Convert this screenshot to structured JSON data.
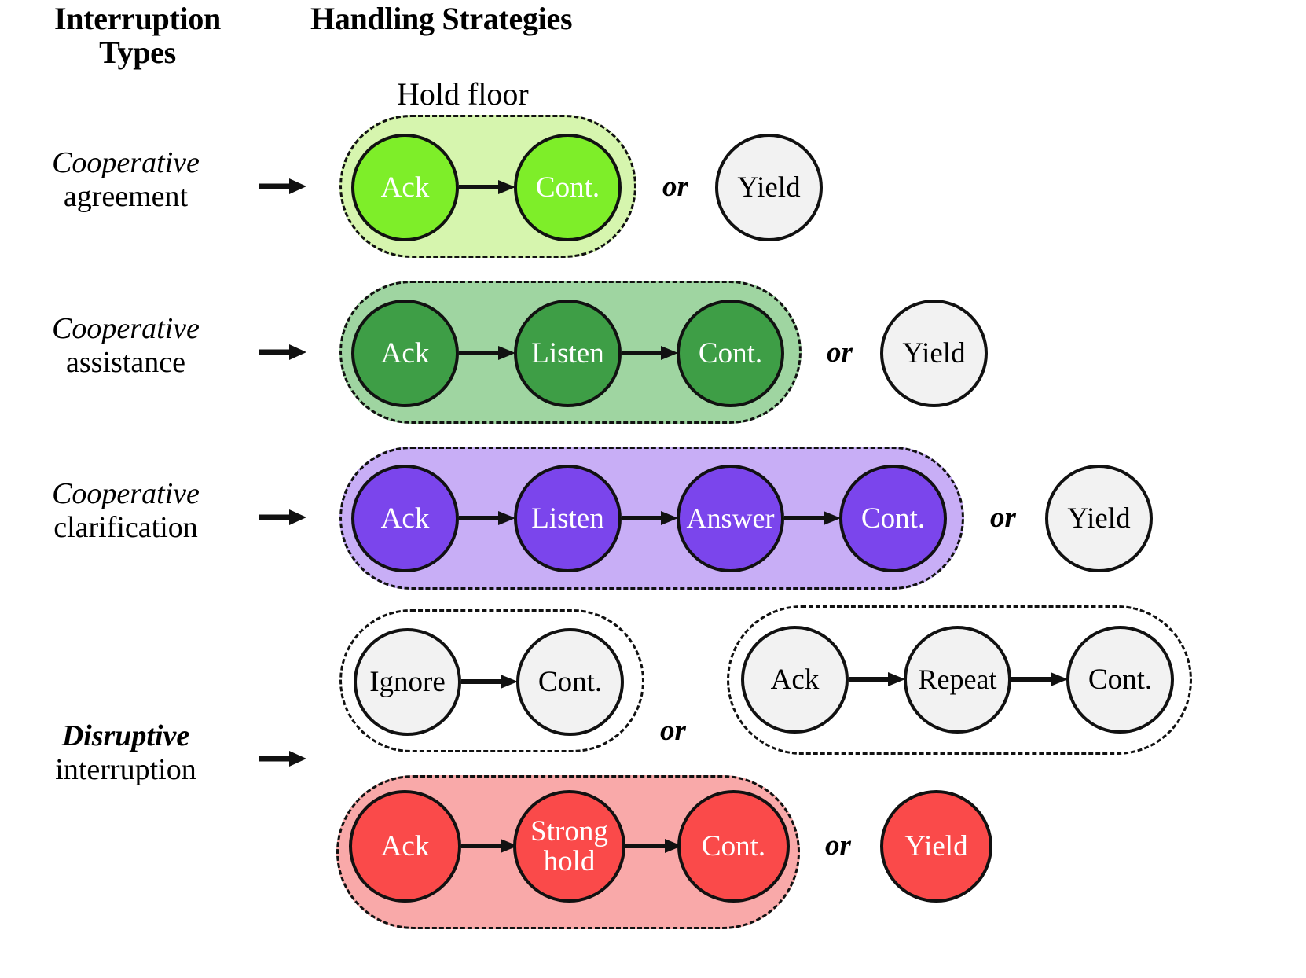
{
  "headers": {
    "left": "Interruption Types",
    "left_line1": "Interruption",
    "left_line2": "Types",
    "right": "Handling Strategies"
  },
  "caption": {
    "hold_floor": "Hold floor"
  },
  "conjunction": "or",
  "colors": {
    "lime_node": "#7EEE29",
    "lime_backdrop": "#D6F5AE",
    "green_node": "#3E9E46",
    "green_backdrop": "#9FD5A1",
    "purple_node": "#7B45EC",
    "purple_backdrop": "#C8AEF6",
    "gray_node": "#F2F2F2",
    "gray_backdrop": "#FFFFFF",
    "red_node": "#FA4A4A",
    "red_backdrop": "#F9A9A9",
    "stroke": "#111111",
    "white_text": "#FFFFFF",
    "black_text": "#000000"
  },
  "rows": [
    {
      "label_line1": "Cooperative",
      "label_line2": "agreement",
      "label_style": "italic-regular",
      "groups": [
        {
          "kind": "filled",
          "nodes": [
            {
              "text": "Ack"
            },
            {
              "text": "Cont."
            }
          ]
        },
        {
          "kind": "single-gray",
          "nodes": [
            {
              "text": "Yield"
            }
          ]
        }
      ]
    },
    {
      "label_line1": "Cooperative",
      "label_line2": "assistance",
      "label_style": "italic-regular",
      "groups": [
        {
          "kind": "filled",
          "nodes": [
            {
              "text": "Ack"
            },
            {
              "text": "Listen"
            },
            {
              "text": "Cont."
            }
          ]
        },
        {
          "kind": "single-gray",
          "nodes": [
            {
              "text": "Yield"
            }
          ]
        }
      ]
    },
    {
      "label_line1": "Cooperative",
      "label_line2": "clarification",
      "label_style": "italic-regular",
      "groups": [
        {
          "kind": "filled",
          "nodes": [
            {
              "text": "Ack"
            },
            {
              "text": "Listen"
            },
            {
              "text": "Answer"
            },
            {
              "text": "Cont."
            }
          ]
        },
        {
          "kind": "single-gray",
          "nodes": [
            {
              "text": "Yield"
            }
          ]
        }
      ]
    },
    {
      "label_line1": "Disruptive",
      "label_line2": "interruption",
      "label_style": "bolditalic-regular",
      "groups": [
        {
          "kind": "outline-gray",
          "nodes": [
            {
              "text": "Ignore"
            },
            {
              "text": "Cont."
            }
          ]
        },
        {
          "kind": "outline-gray",
          "nodes": [
            {
              "text": "Ack"
            },
            {
              "text": "Repeat"
            },
            {
              "text": "Cont."
            }
          ]
        },
        {
          "kind": "filled",
          "nodes": [
            {
              "text": "Ack"
            },
            {
              "text": "Strong hold",
              "line1": "Strong",
              "line2": "hold"
            },
            {
              "text": "Cont."
            }
          ]
        },
        {
          "kind": "single-red",
          "nodes": [
            {
              "text": "Yield"
            }
          ]
        }
      ]
    }
  ],
  "node_labels": {
    "ack": "Ack",
    "cont": "Cont.",
    "listen": "Listen",
    "answer": "Answer",
    "yield": "Yield",
    "ignore": "Ignore",
    "repeat": "Repeat",
    "strong": "Strong",
    "hold": "hold"
  }
}
